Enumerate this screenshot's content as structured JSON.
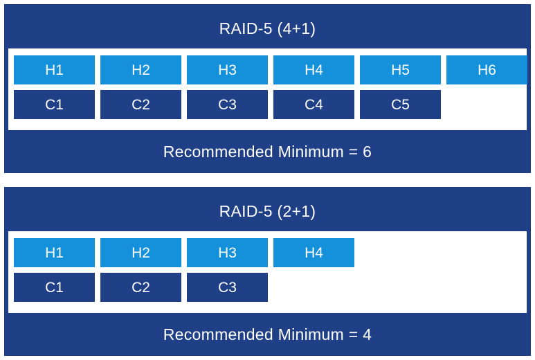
{
  "colors": {
    "panel_bg": "#1f3f86",
    "host_cell": "#1591db",
    "component_cell": "#1f3f86",
    "inner_bg": "#ffffff"
  },
  "panels": [
    {
      "title": "RAID-5 (4+1)",
      "hosts": [
        "H1",
        "H2",
        "H3",
        "H4",
        "H5",
        "H6"
      ],
      "components": [
        "C1",
        "C2",
        "C3",
        "C4",
        "C5"
      ],
      "footer": "Recommended Minimum = 6"
    },
    {
      "title": "RAID-5 (2+1)",
      "hosts": [
        "H1",
        "H2",
        "H3",
        "H4"
      ],
      "components": [
        "C1",
        "C2",
        "C3"
      ],
      "footer": "Recommended Minimum = 4"
    }
  ]
}
